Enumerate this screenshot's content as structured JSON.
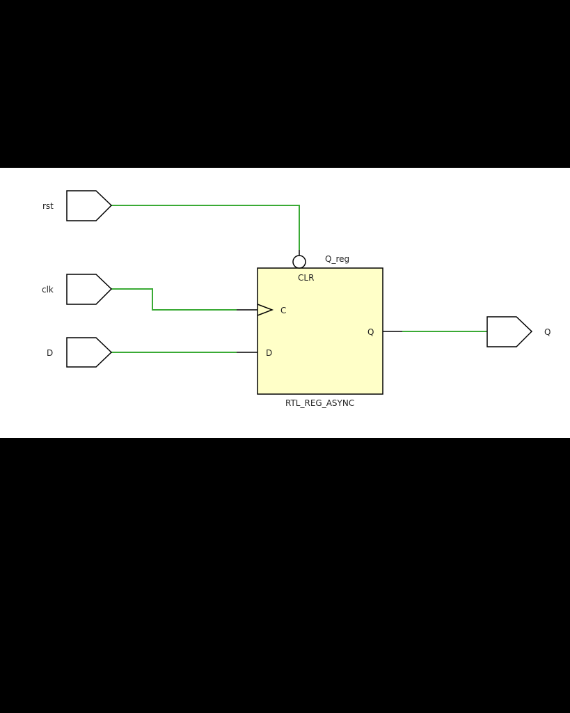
{
  "schematic": {
    "inputs": {
      "rst": "rst",
      "clk": "clk",
      "d": "D"
    },
    "output": {
      "q": "Q"
    },
    "cell": {
      "instance_name": "Q_reg",
      "type": "RTL_REG_ASYNC",
      "pins": {
        "clr": "CLR",
        "c": "C",
        "d": "D",
        "q": "Q"
      }
    },
    "colors": {
      "net": "#3aaa35",
      "cell_fill": "#ffffc8",
      "outline": "#000000",
      "background": "#ffffff",
      "letterbox": "#000000"
    }
  }
}
